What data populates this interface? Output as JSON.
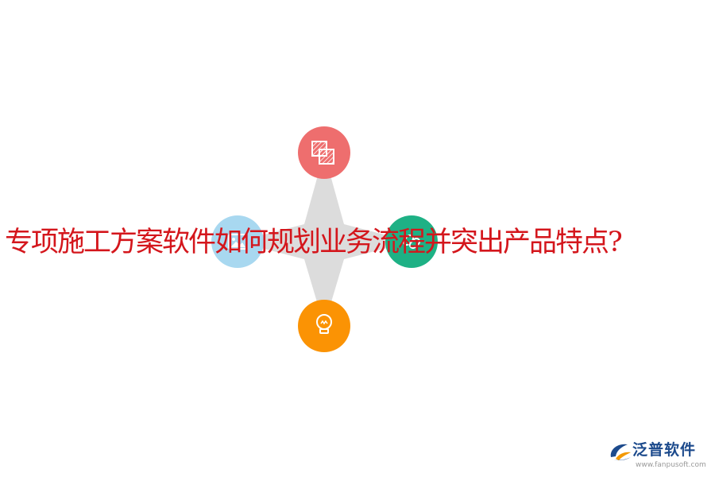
{
  "headline": "专项施工方案软件如何规划业务流程并突出产品特点?",
  "logo": {
    "name": "泛普软件",
    "url": "www.fanpusoft.com"
  },
  "colors": {
    "background": "#ffffff",
    "headline": "#d4161c",
    "star": "#dcdcdc",
    "node_top": "#ee6e6e",
    "node_left": "#a8d8f0",
    "node_right": "#1eb185",
    "node_bottom": "#fb9304",
    "logo_text": "#1c4a8c",
    "logo_orange": "#f39800",
    "logo_url": "#9a9a9a"
  },
  "nodes": {
    "top": {
      "icon": "layers-hatched-icon"
    },
    "left": {
      "icon": "image-icon"
    },
    "right": {
      "icon": "link-icon"
    },
    "bottom": {
      "icon": "lightbulb-icon"
    }
  }
}
